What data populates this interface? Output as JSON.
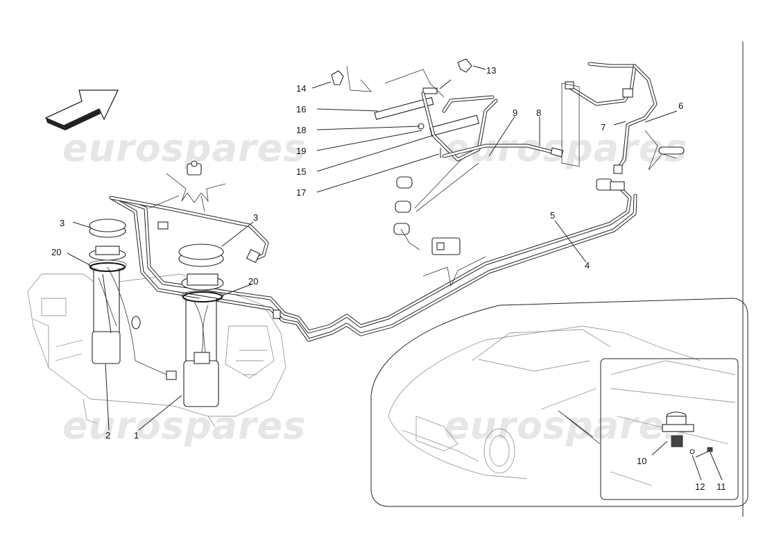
{
  "watermark": {
    "text": "eurospares"
  },
  "callouts": {
    "c1": "1",
    "c2": "2",
    "c3a": "3",
    "c3b": "3",
    "c4": "4",
    "c5": "5",
    "c6": "6",
    "c7": "7",
    "c8": "8",
    "c9": "9",
    "c10": "10",
    "c11": "11",
    "c12": "12",
    "c13": "13",
    "c14": "14",
    "c15": "15",
    "c16": "16",
    "c17": "17",
    "c18": "18",
    "c19": "19",
    "c20a": "20",
    "c20b": "20"
  },
  "icons": {
    "direction_arrow": "front-direction-arrow-icon"
  }
}
